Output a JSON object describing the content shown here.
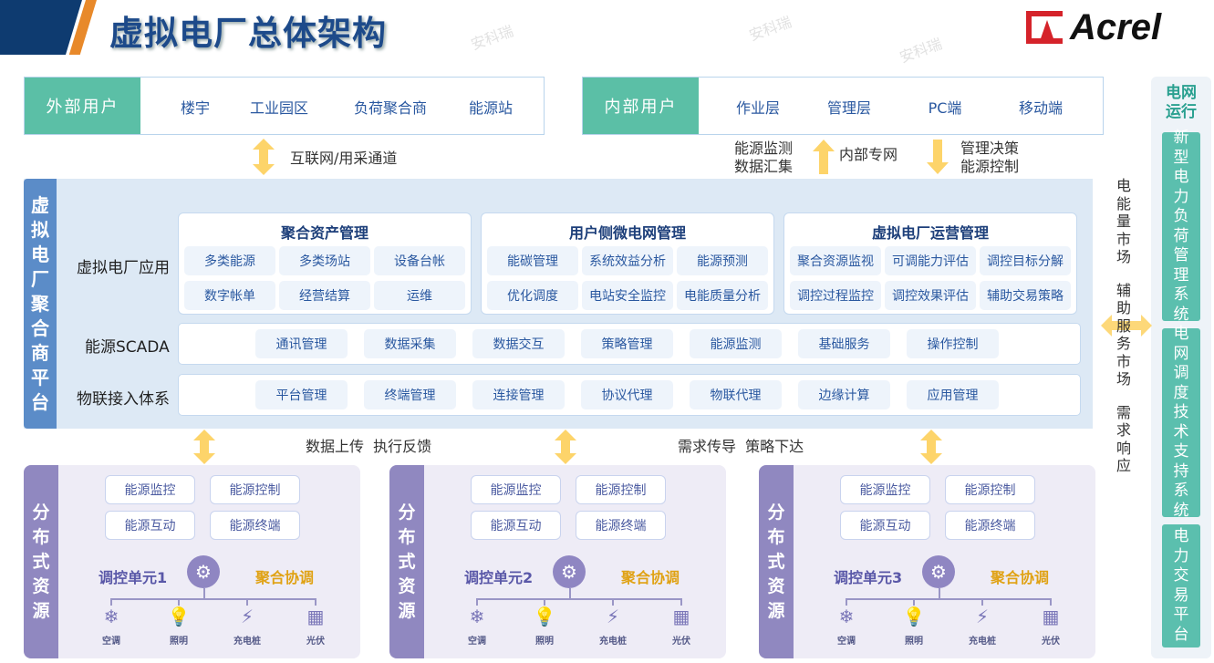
{
  "header": {
    "title": "虚拟电厂总体架构",
    "logo_text": "Acrel",
    "watermark": "安科瑞"
  },
  "external_users": {
    "label": "外部用户",
    "items": [
      "楼宇",
      "工业园区",
      "负荷聚合商",
      "能源站"
    ]
  },
  "internal_users": {
    "label": "内部用户",
    "items": [
      "作业层",
      "管理层",
      "PC端",
      "移动端"
    ]
  },
  "channels": {
    "internet": "互联网/用采通道",
    "monitor_1": "能源监测",
    "monitor_2": "数据汇集",
    "private_net": "内部专网",
    "decision_1": "管理决策",
    "decision_2": "能源控制"
  },
  "platform": {
    "side_label": [
      "虚",
      "拟",
      "电",
      "厂",
      "聚",
      "合",
      "商",
      "平",
      "台"
    ],
    "app_label": "虚拟电厂应用",
    "app_groups": [
      {
        "title": "聚合资产管理",
        "items": [
          "多类能源",
          "多类场站",
          "设备台帐",
          "数字帐单",
          "经营结算",
          "运维"
        ]
      },
      {
        "title": "用户侧微电网管理",
        "items": [
          "能碳管理",
          "系统效益分析",
          "能源预测",
          "优化调度",
          "电站安全监控",
          "电能质量分析"
        ]
      },
      {
        "title": "虚拟电厂运营管理",
        "items": [
          "聚合资源监视",
          "可调能力评估",
          "调控目标分解",
          "调控过程监控",
          "调控效果评估",
          "辅助交易策略"
        ]
      }
    ],
    "scada_label": "能源SCADA",
    "scada_items": [
      "通讯管理",
      "数据采集",
      "数据交互",
      "策略管理",
      "能源监测",
      "基础服务",
      "操作控制"
    ],
    "iot_label": "物联接入体系",
    "iot_items": [
      "平台管理",
      "终端管理",
      "连接管理",
      "协议代理",
      "物联代理",
      "边缘计算",
      "应用管理"
    ]
  },
  "flows": {
    "up_down_1": "数据上传  执行反馈",
    "up_down_2": "需求传导  策略下达"
  },
  "distributed": [
    {
      "label": [
        "分",
        "布",
        "式",
        "资",
        "源"
      ],
      "chips": [
        "能源监控",
        "能源控制",
        "能源互动",
        "能源终端"
      ],
      "unit": "调控单元1",
      "agg": "聚合协调",
      "devices": [
        "空调",
        "照明",
        "充电桩",
        "光伏"
      ]
    },
    {
      "label": [
        "分",
        "布",
        "式",
        "资",
        "源"
      ],
      "chips": [
        "能源监控",
        "能源控制",
        "能源互动",
        "能源终端"
      ],
      "unit": "调控单元2",
      "agg": "聚合协调",
      "devices": [
        "空调",
        "照明",
        "充电桩",
        "光伏"
      ]
    },
    {
      "label": [
        "分",
        "布",
        "式",
        "资",
        "源"
      ],
      "chips": [
        "能源监控",
        "能源控制",
        "能源互动",
        "能源终端"
      ],
      "unit": "调控单元3",
      "agg": "聚合协调",
      "devices": [
        "空调",
        "照明",
        "充电桩",
        "光伏"
      ]
    }
  ],
  "markets": {
    "lines": [
      [
        "电",
        "能",
        "量",
        "市",
        "场"
      ],
      [
        "辅",
        "助",
        "服",
        "务",
        "市",
        "场"
      ],
      [
        "需",
        "求",
        "响",
        "应"
      ]
    ]
  },
  "grid": {
    "title_1": "电网",
    "title_2": "运行",
    "systems": [
      [
        "新",
        "型",
        "电",
        "力",
        "负",
        "荷",
        "管",
        "理",
        "系",
        "统"
      ],
      [
        "电",
        "网",
        "调",
        "度",
        "技",
        "术",
        "支",
        "持",
        "系",
        "统"
      ],
      [
        "电",
        "力",
        "交",
        "易",
        "平",
        "台"
      ]
    ]
  },
  "colors": {
    "title": "#1d4a8a",
    "teal": "#5bbfa6",
    "platform_bar": "#5b8cc8",
    "platform_bg": "#dde9f5",
    "dist_bar": "#9088c0",
    "dist_bg": "#eeecf6",
    "arrow": "#fdd46a",
    "agg": "#e0a214"
  }
}
